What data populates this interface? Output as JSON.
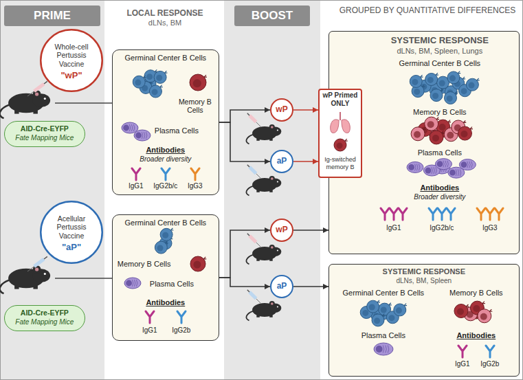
{
  "diagram": {
    "nodes": [
      {
        "text": [
          "PRIME"
        ]
      },
      {
        "text": [
          "BOOST"
        ]
      },
      {
        "text": [
          "Whole-cell Pertussis Vaccine",
          "\"wP\""
        ]
      },
      {
        "text": [
          "AID-Cre-EYFP",
          "Fate Mapping Mice"
        ]
      },
      {
        "text": [
          "Germinal Center B Cells",
          "Memory B Cells",
          "Plasma Cells",
          "Antibodies",
          "Broader diversity",
          "IgG1",
          "IgG2b/c",
          "IgG3"
        ]
      },
      {
        "text": [
          "wP"
        ]
      },
      {
        "text": [
          "aP"
        ]
      },
      {
        "text": [
          "SYSTEMIC RESPONSE",
          "dLNs, BM, Spleen, Lungs",
          "Germinal Center B Cells",
          "Memory B Cells",
          "Plasma Cells",
          "Antibodies",
          "Broader diversity",
          "IgG1",
          "IgG2b/c",
          "IgG3"
        ]
      },
      {
        "text": [
          "wP Primed ONLY",
          "Ig-switched memory B"
        ],
        "in": 7
      },
      {
        "text": [
          "Acellular Pertussis Vaccine",
          "\"aP\""
        ]
      },
      {
        "text": [
          "AID-Cre-EYFP",
          "Fate Mapping Mice"
        ]
      },
      {
        "text": [
          "Germinal Center B Cells",
          "Memory B Cells",
          "Plasma Cells",
          "Antibodies",
          "IgG1",
          "IgG2b"
        ]
      },
      {
        "text": [
          "wP"
        ]
      },
      {
        "text": [
          "aP"
        ]
      },
      {
        "text": [
          "SYSTEMIC RESPONSE",
          "dLNs, BM, Spleen",
          "Germinal Center B Cells",
          "Memory B Cells",
          "Plasma Cells",
          "Antibodies",
          "IgG1",
          "IgG2b"
        ]
      }
    ],
    "edges": [
      {
        "from": 4,
        "to": 5,
        "arrow": "to"
      },
      {
        "from": 4,
        "to": 6,
        "arrow": "to"
      },
      {
        "from": 5,
        "to": 8,
        "arrow": "to"
      },
      {
        "from": 6,
        "to": 8,
        "arrow": "to"
      },
      {
        "from": 11,
        "to": 12,
        "arrow": "to"
      },
      {
        "from": 11,
        "to": 13,
        "arrow": "to"
      },
      {
        "from": 12,
        "to": 7,
        "arrow": "to"
      },
      {
        "from": 13,
        "to": 14,
        "arrow": "to"
      }
    ],
    "labels": [
      "LOCAL RESPONSE",
      "dLNs, BM",
      "GROUPED BY QUANTITATIVE DIFFERENCES"
    ]
  }
}
